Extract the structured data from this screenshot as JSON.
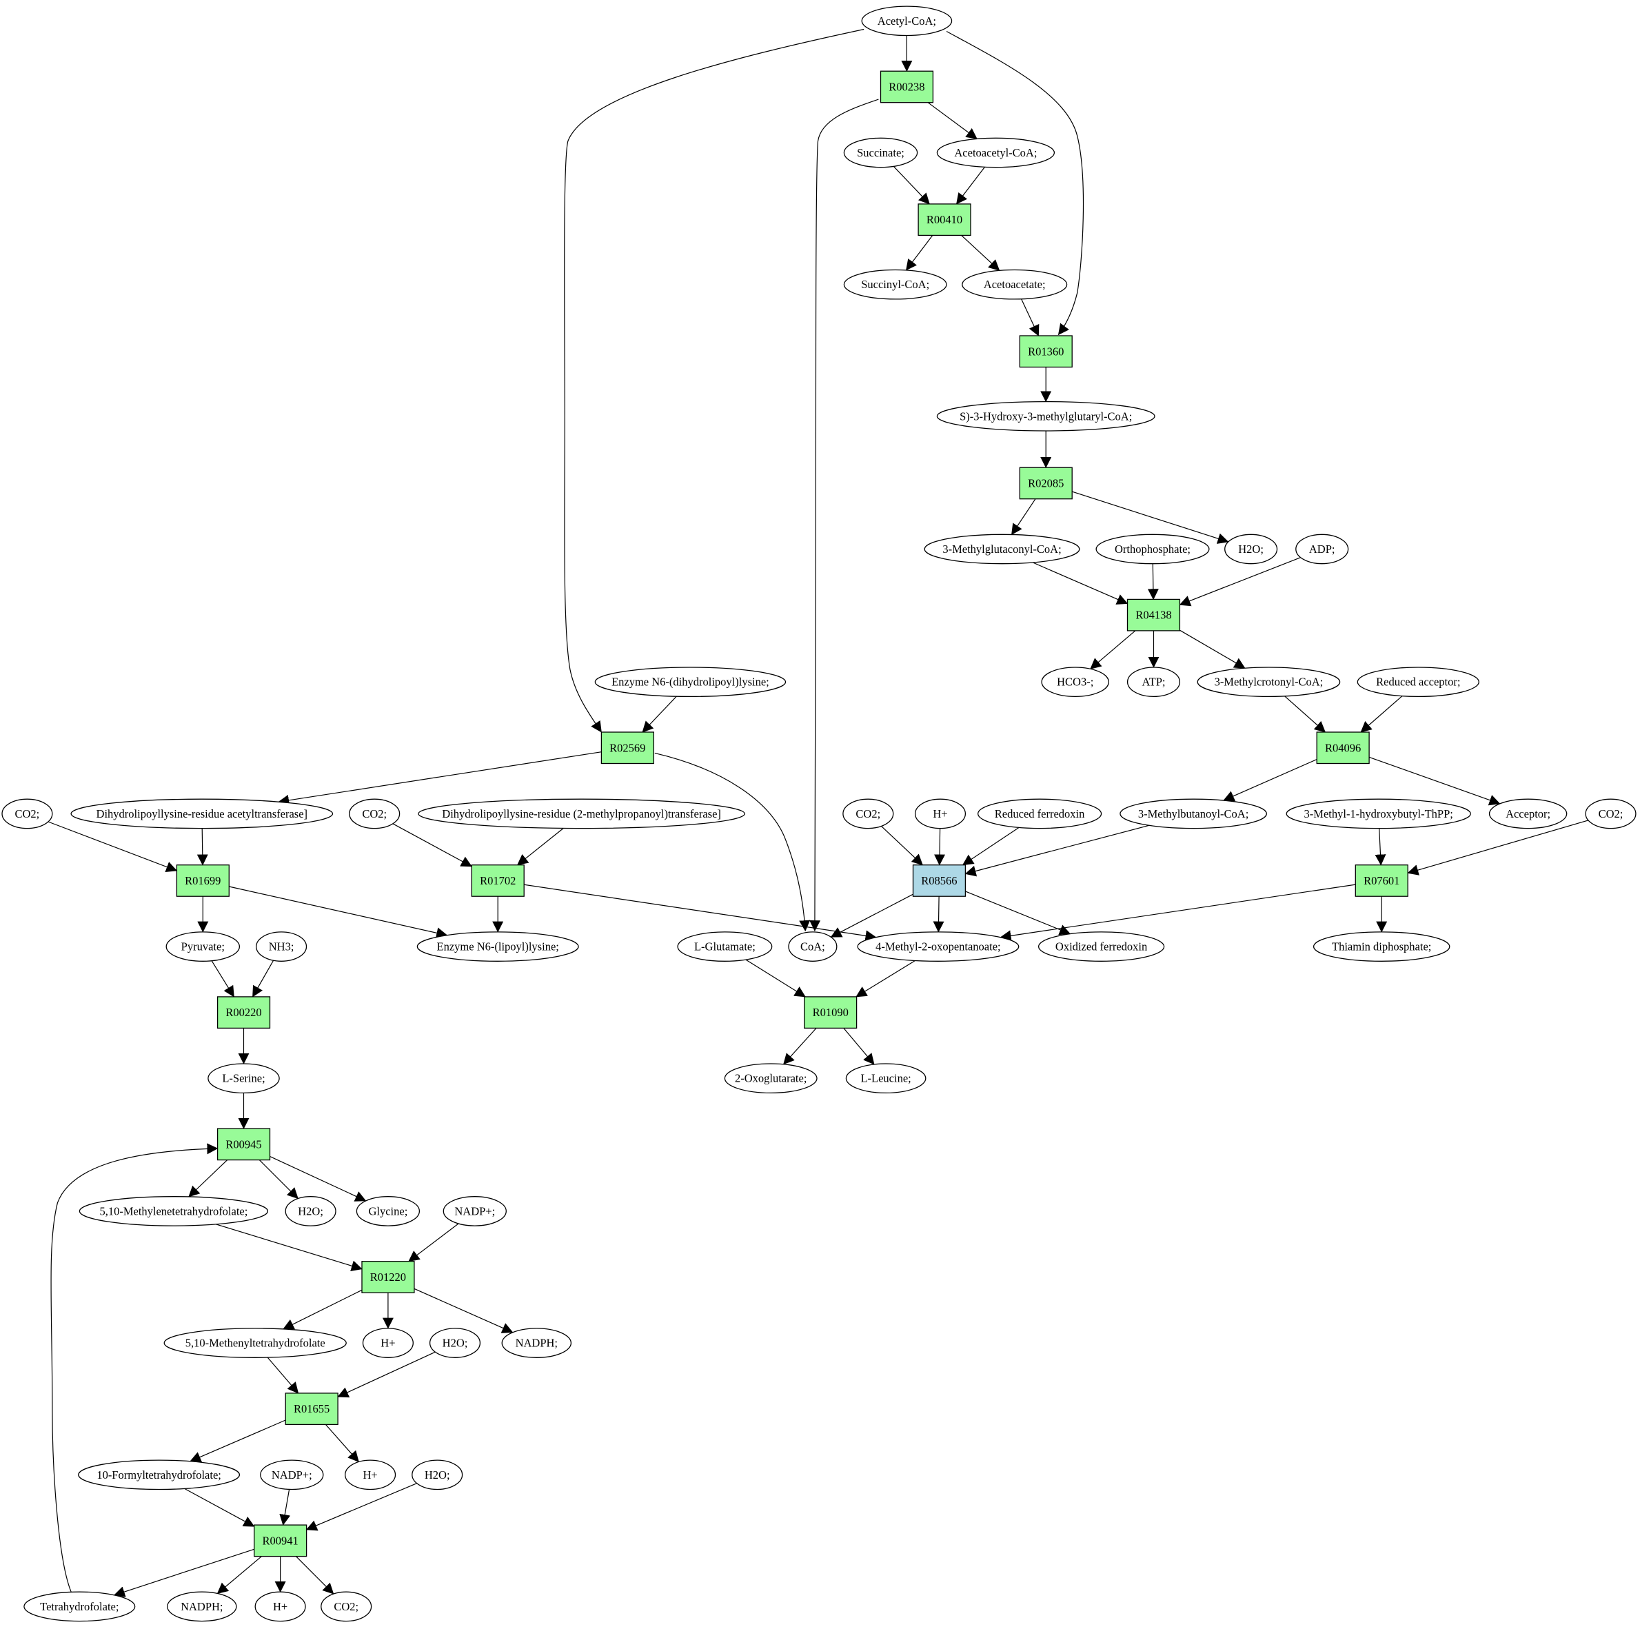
{
  "colors": {
    "reaction_fill": "#98fb98",
    "highlight_reaction_fill": "#add8e6",
    "source_fill": "#00ee00",
    "target_fill": "#ffff00",
    "metabolite_fill": "#ffffff",
    "stroke": "#000000"
  },
  "nodes": {
    "acetyl_coa": "Acetyl-CoA;",
    "r00238": "R00238",
    "succinate": "Succinate;",
    "acetoacetyl_coa": "Acetoacetyl-CoA;",
    "r00410": "R00410",
    "succinyl_coa": "Succinyl-CoA;",
    "acetoacetate": "Acetoacetate;",
    "r01360": "R01360",
    "hmg_coa": "S)-3-Hydroxy-3-methylglutaryl-CoA;",
    "r02085": "R02085",
    "methylglutaconyl_coa": "3-Methylglutaconyl-CoA;",
    "orthophosphate": "Orthophosphate;",
    "h2o_r02085": "H2O;",
    "adp": "ADP;",
    "r04138": "R04138",
    "hco3": "HCO3-;",
    "atp": "ATP;",
    "methylcrotonyl_coa": "3-Methylcrotonyl-CoA;",
    "reduced_acceptor": "Reduced acceptor;",
    "r04096": "R04096",
    "enzyme_dihydrolipoyl": "Enzyme N6-(dihydrolipoyl)lysine;",
    "r02569": "R02569",
    "co2_a": "CO2;",
    "dihydro_acetyltransferase": "Dihydrolipoyllysine-residue acetyltransferase]",
    "co2_b": "CO2;",
    "dihydro_methylpropanoyl": "Dihydrolipoyllysine-residue (2-methylpropanoyl)transferase]",
    "co2_c": "CO2;",
    "h_plus_a": "H+",
    "reduced_ferredoxin": "Reduced ferredoxin",
    "methylbutanoyl_coa": "3-Methylbutanoyl-CoA;",
    "hydroxybutyl_thpp": "3-Methyl-1-hydroxybutyl-ThPP;",
    "acceptor": "Acceptor;",
    "co2_d": "CO2;",
    "r01699": "R01699",
    "r01702": "R01702",
    "r08566": "R08566",
    "r07601": "R07601",
    "pyruvate": "Pyruvate;",
    "nh3": "NH3;",
    "enzyme_lipoyl": "Enzyme N6-(lipoyl)lysine;",
    "l_glutamate": "L-Glutamate;",
    "coa": "CoA;",
    "methyl_oxopentanoate": "4-Methyl-2-oxopentanoate;",
    "oxidized_ferredoxin": "Oxidized ferredoxin",
    "thiamin_diphosphate": "Thiamin diphosphate;",
    "r00220": "R00220",
    "r01090": "R01090",
    "l_serine": "L-Serine;",
    "oxoglutarate": "2-Oxoglutarate;",
    "l_leucine": "L-Leucine;",
    "r00945": "R00945",
    "methylene_thf": "5,10-Methylenetetrahydrofolate;",
    "h2o_r00945": "H2O;",
    "glycine": "Glycine;",
    "nadp_a": "NADP+;",
    "r01220": "R01220",
    "methenyl_thf": "5,10-Methenyltetrahydrofolate",
    "h_plus_b": "H+",
    "h2o_b": "H2O;",
    "nadph_a": "NADPH;",
    "r01655": "R01655",
    "formyl_thf": "10-Formyltetrahydrofolate;",
    "nadp_b": "NADP+;",
    "h_plus_c": "H+",
    "h2o_c": "H2O;",
    "r00941": "R00941",
    "thf": "Tetrahydrofolate;",
    "nadph_b": "NADPH;",
    "h_plus_d": "H+",
    "co2_e": "CO2;"
  }
}
